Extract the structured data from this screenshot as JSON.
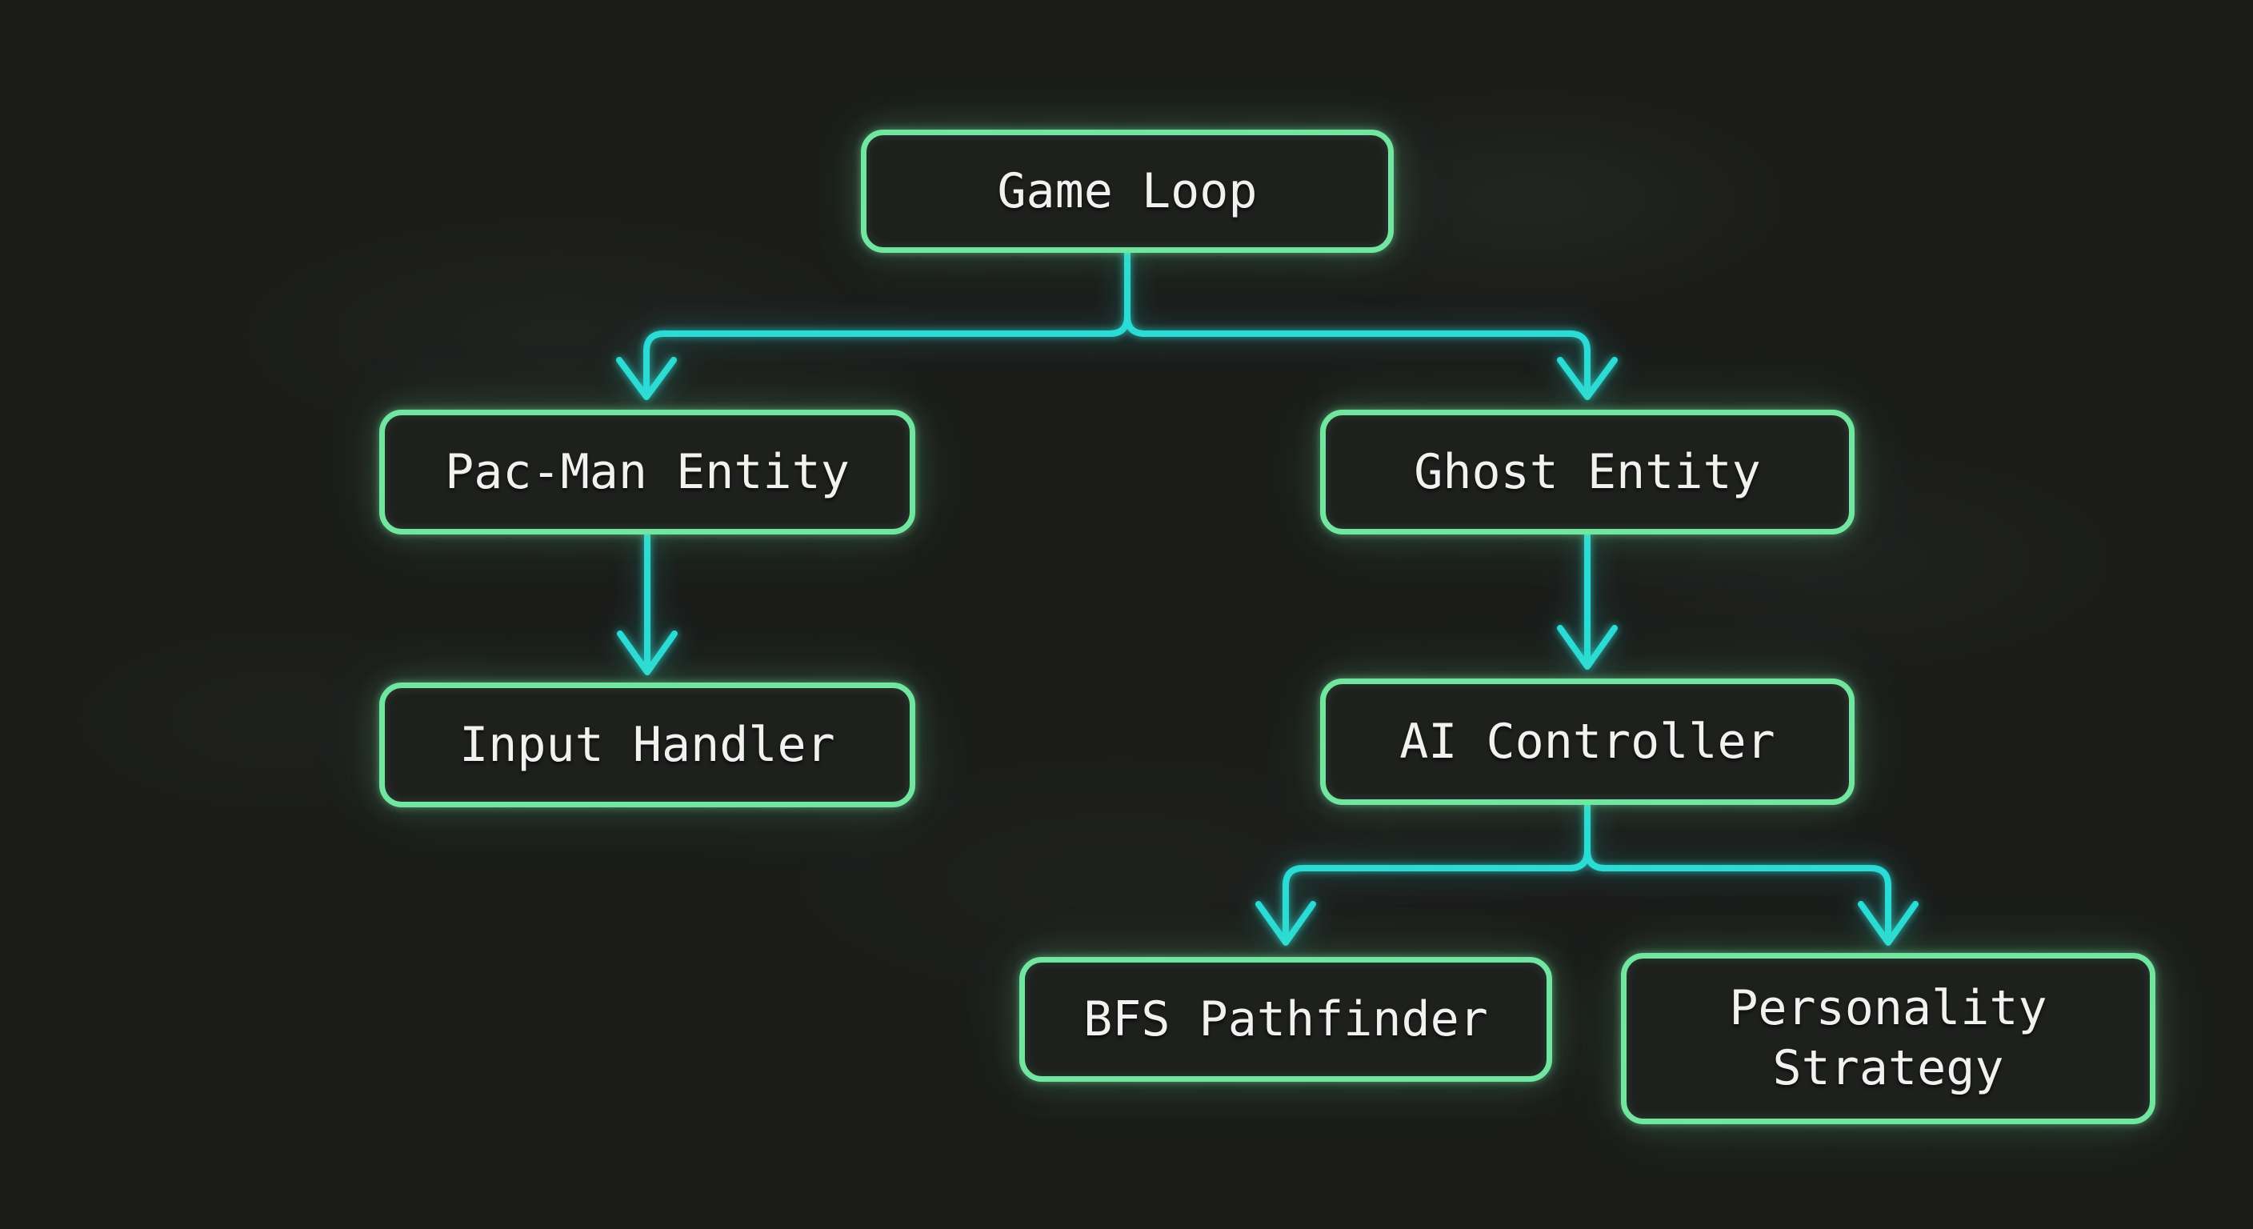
{
  "diagram": {
    "description": "Neon flowchart of a Pac-Man game architecture on a dark background",
    "colors": {
      "background": "#1b1c1a",
      "node_fill": "#1e201e",
      "node_border_green": "#72e5a0",
      "connector_cyan": "#2bdcd6",
      "label_text": "#f1f2ef"
    },
    "nodes": [
      {
        "id": "game-loop",
        "label": "Game Loop"
      },
      {
        "id": "pacman-entity",
        "label": "Pac-Man Entity"
      },
      {
        "id": "ghost-entity",
        "label": "Ghost Entity"
      },
      {
        "id": "input-handler",
        "label": "Input Handler"
      },
      {
        "id": "ai-controller",
        "label": "AI Controller"
      },
      {
        "id": "bfs-pathfinder",
        "label": "BFS Pathfinder"
      },
      {
        "id": "personality-strategy",
        "label": "Personality Strategy"
      }
    ],
    "edges": [
      {
        "from": "game-loop",
        "to": "pacman-entity"
      },
      {
        "from": "game-loop",
        "to": "ghost-entity"
      },
      {
        "from": "pacman-entity",
        "to": "input-handler"
      },
      {
        "from": "ghost-entity",
        "to": "ai-controller"
      },
      {
        "from": "ai-controller",
        "to": "bfs-pathfinder"
      },
      {
        "from": "ai-controller",
        "to": "personality-strategy"
      }
    ]
  }
}
